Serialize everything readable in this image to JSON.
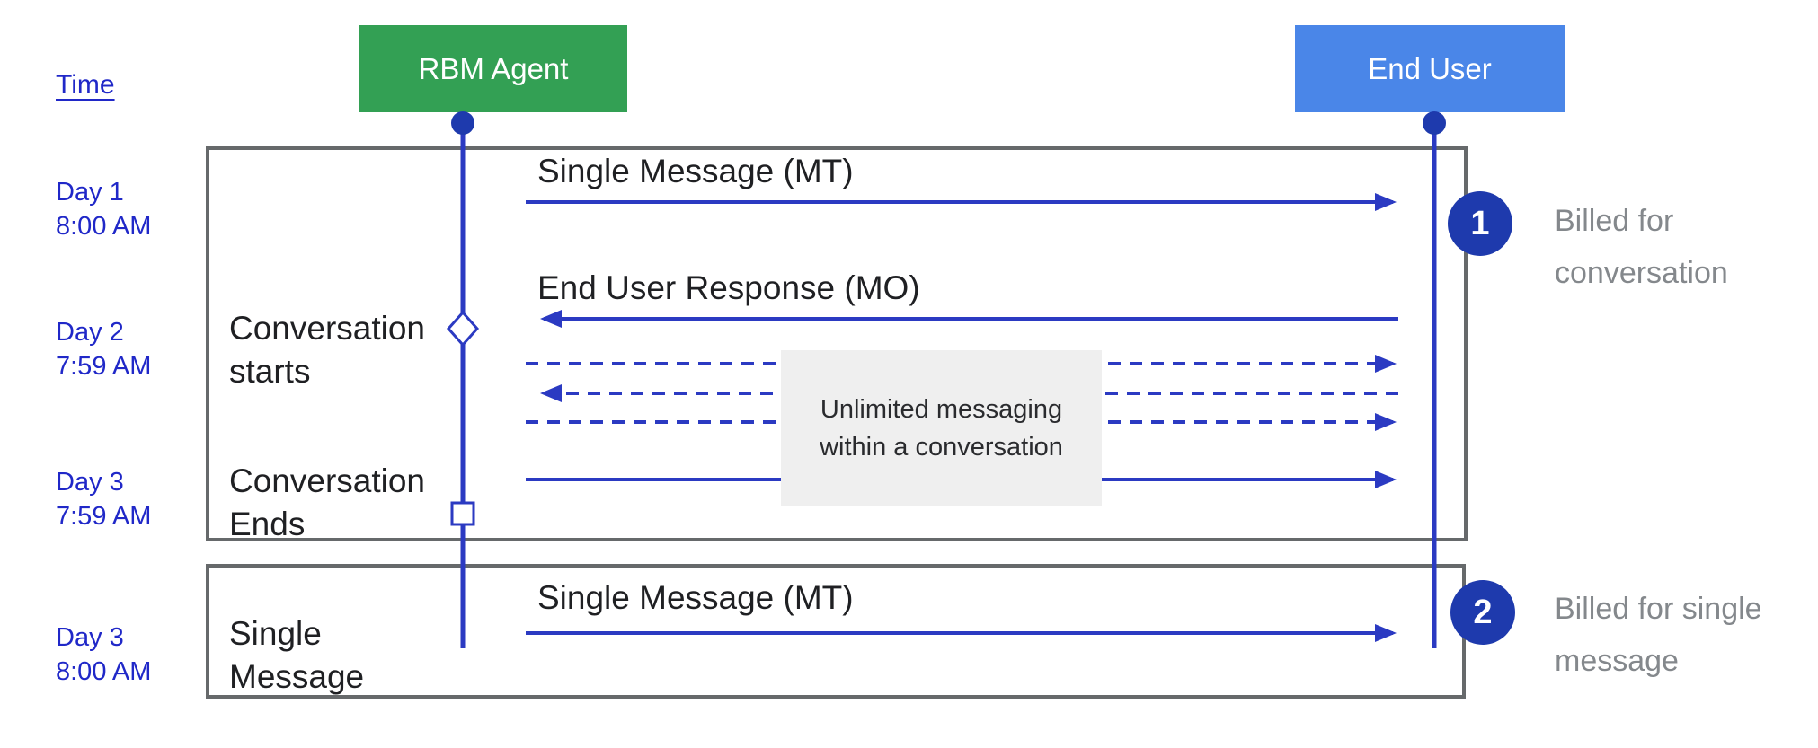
{
  "colors": {
    "agent-green": "#33a054",
    "user-blue": "#4a86e8",
    "line-blue": "#2b3ac2",
    "badge-blue": "#1e3aad",
    "time-blue": "#2028c8",
    "frame-gray": "#66696b",
    "note-gray": "#84888c",
    "ink": "#1f2023"
  },
  "header": {
    "time_label": "Time",
    "agent": "RBM Agent",
    "end_user": "End User"
  },
  "timeline": [
    {
      "day": "Day 1",
      "time": "8:00 AM"
    },
    {
      "day": "Day 2",
      "time": "7:59 AM"
    },
    {
      "day": "Day 3",
      "time": "7:59 AM"
    },
    {
      "day": "Day 3",
      "time": "8:00 AM"
    }
  ],
  "conversation": {
    "starts_label": "Conversation starts",
    "ends_label": "Conversation Ends",
    "mt_message": "Single Message (MT)",
    "mo_message": "End User Response (MO)",
    "unlimited_note": "Unlimited messaging within a conversation",
    "billing_badge": "1",
    "billing_note": "Billed for conversation"
  },
  "single_message": {
    "label": "Single Message",
    "mt_message": "Single Message (MT)",
    "billing_badge": "2",
    "billing_note": "Billed for single message"
  }
}
